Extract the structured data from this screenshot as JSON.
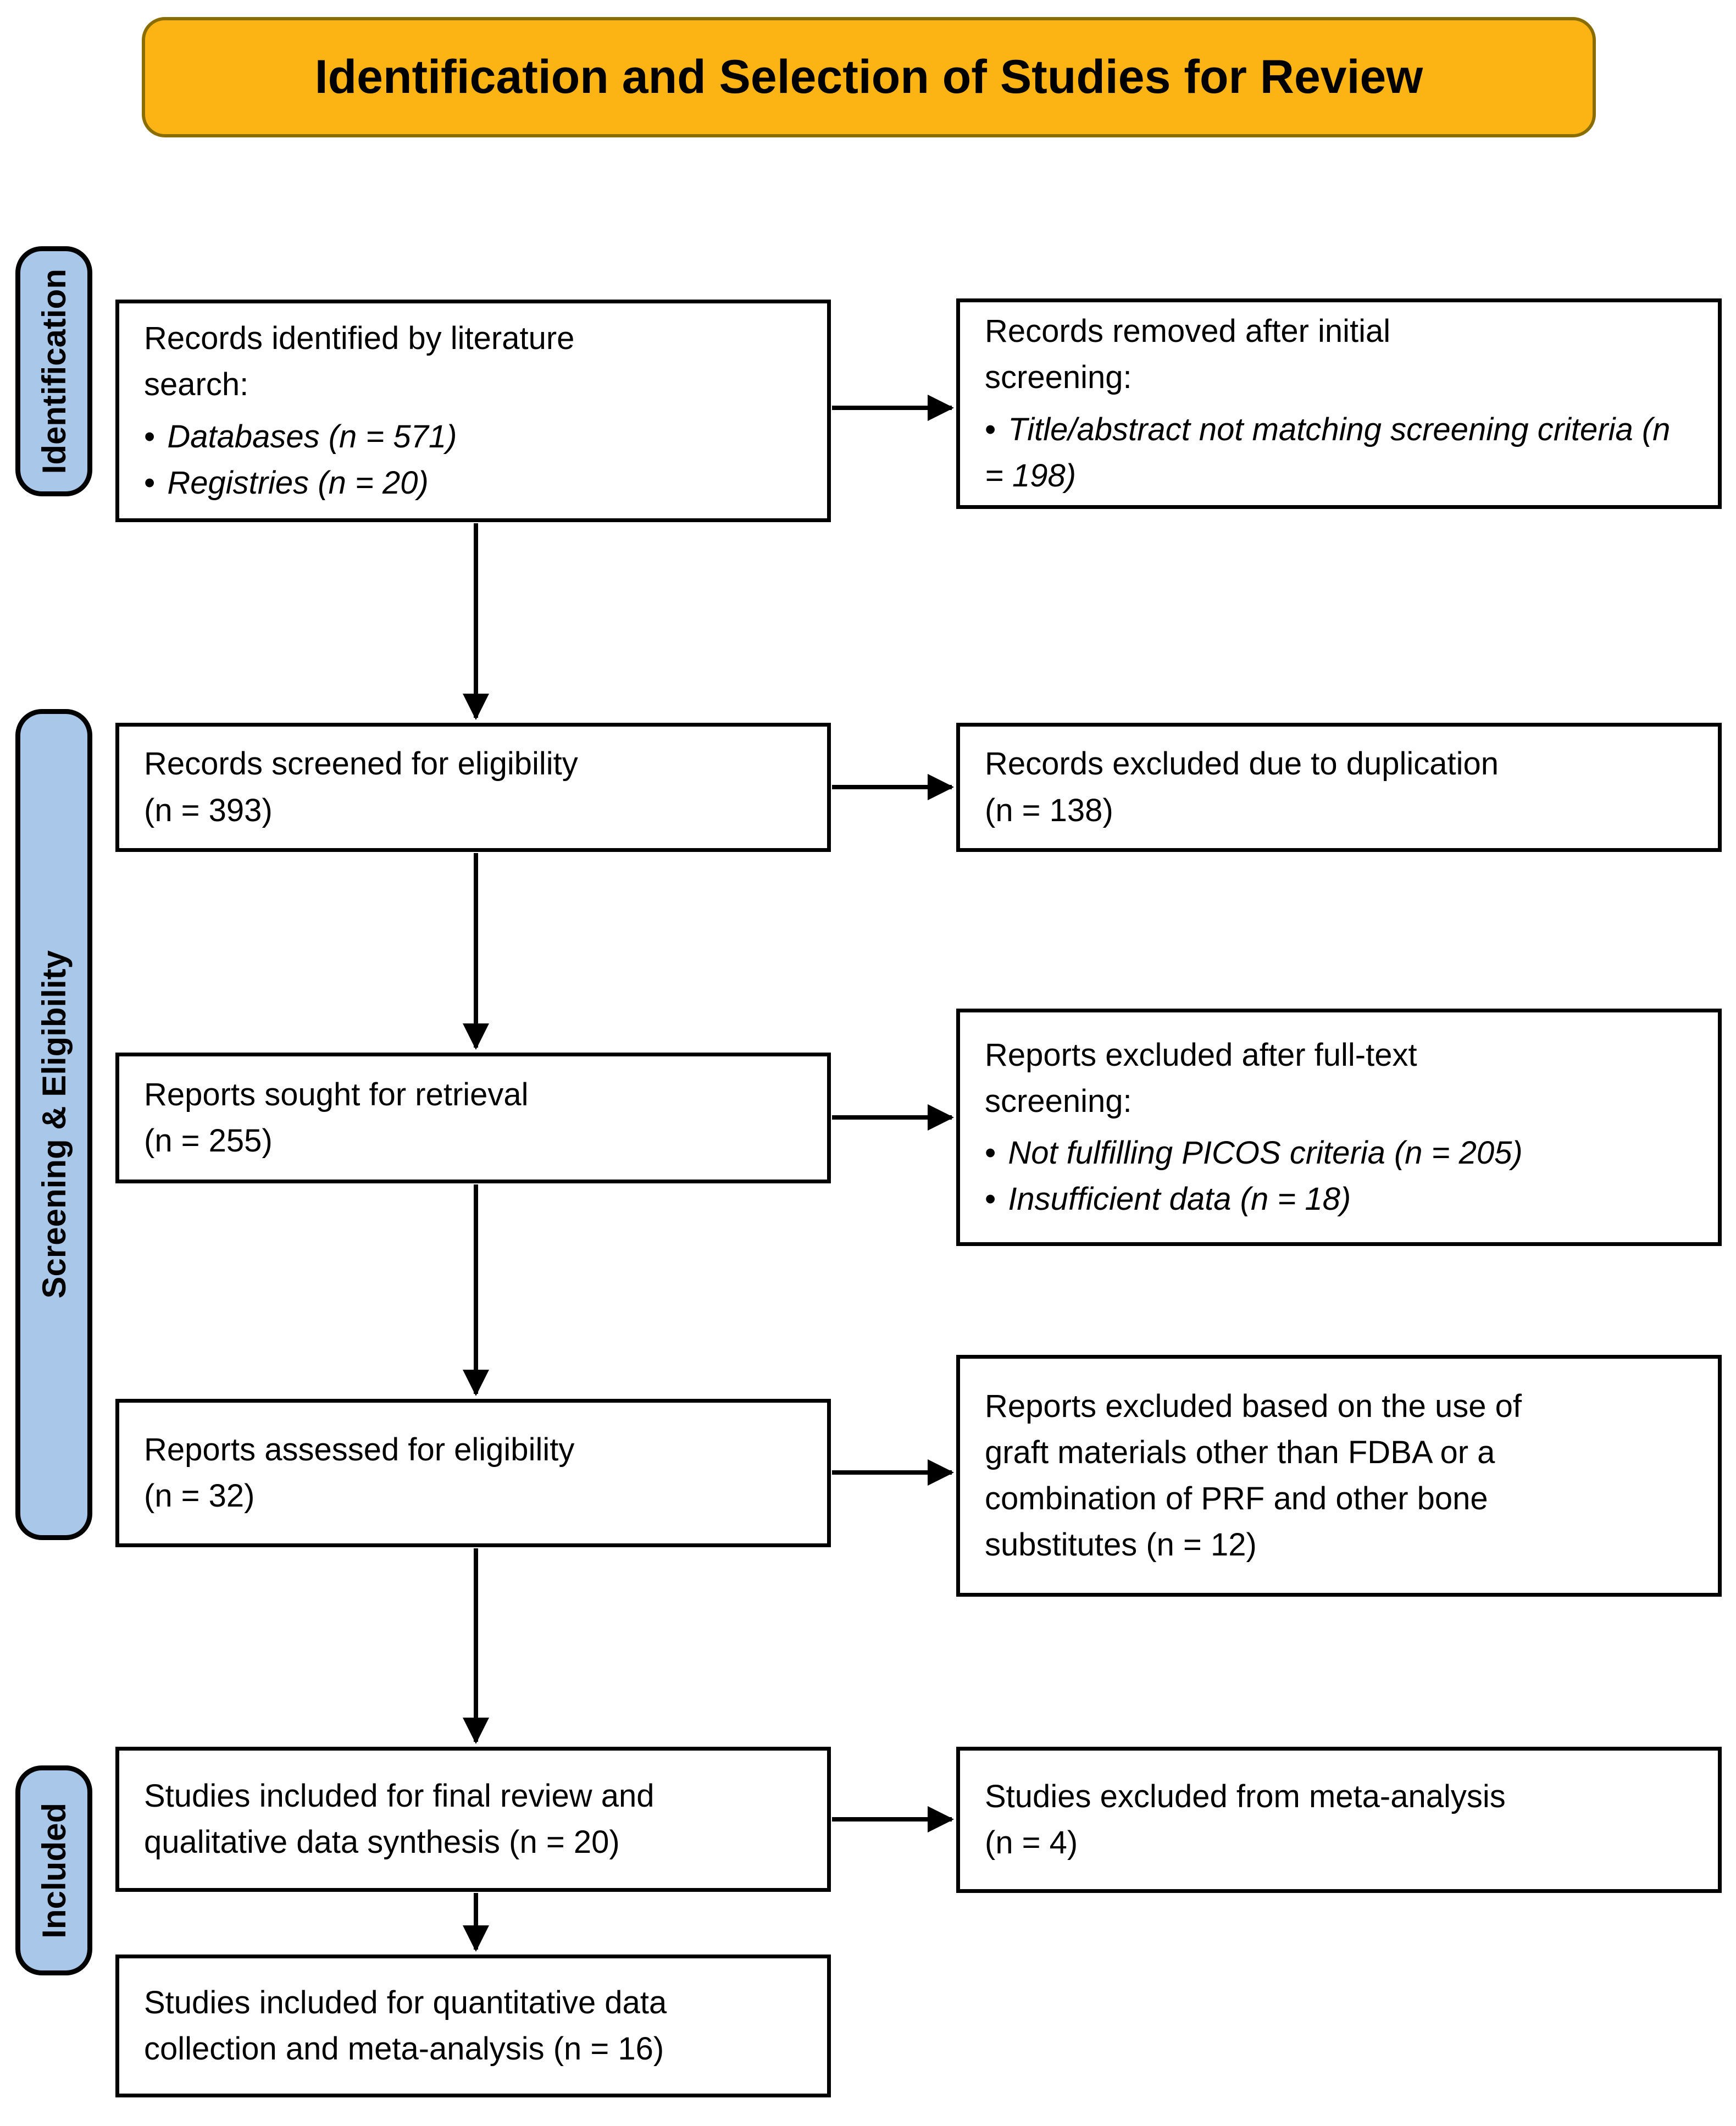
{
  "title": "Identification and Selection of Studies for Review",
  "bullet_char": "•",
  "colors": {
    "banner_fill": "#FCB415",
    "banner_border": "#8A6D00",
    "stage_fill": "#A9C7E9",
    "stage_border": "#000000",
    "box_background": "#FFFFFF",
    "box_border": "#000000",
    "arrow": "#000000",
    "text": "#000000"
  },
  "stages": [
    {
      "label": "Identification"
    },
    {
      "label": "Screening & Eligibility"
    },
    {
      "label": "Included"
    }
  ],
  "boxes": {
    "records_identified": {
      "lines": [
        "Records identified by literature",
        "search:"
      ],
      "bullets": [
        "Databases (n = 571)",
        "Registries (n = 20)"
      ]
    },
    "records_removed": {
      "lines": [
        "Records removed after initial",
        "screening:"
      ],
      "bullets": [
        "Title/abstract not matching screening criteria (n = 198)"
      ]
    },
    "records_screened": {
      "lines": [
        "Records screened for eligibility",
        "(n = 393)"
      ]
    },
    "records_excluded_duplication": {
      "lines": [
        "Records excluded due to duplication",
        "(n = 138)"
      ]
    },
    "reports_sought": {
      "lines": [
        "Reports sought for retrieval",
        "(n = 255)"
      ]
    },
    "reports_excluded_fulltext": {
      "lines": [
        "Reports excluded after full-text",
        "screening:"
      ],
      "bullets": [
        "Not fulfilling PICOS criteria (n = 205)",
        "Insufficient data (n = 18)"
      ]
    },
    "reports_assessed": {
      "lines": [
        "Reports assessed for eligibility",
        "(n = 32)"
      ]
    },
    "reports_excluded_graft": {
      "lines": [
        "Reports excluded based on the use of",
        "graft materials other than FDBA or a",
        "combination of PRF and other bone",
        "substitutes (n = 12)"
      ]
    },
    "studies_included_review": {
      "lines": [
        "Studies included for final review and",
        "qualitative data synthesis (n = 20)"
      ]
    },
    "studies_excluded_meta": {
      "lines": [
        "Studies excluded from meta-analysis",
        "(n = 4)"
      ]
    },
    "studies_included_quant": {
      "lines": [
        "Studies included for quantitative data",
        "collection and meta-analysis (n = 16)"
      ]
    }
  }
}
